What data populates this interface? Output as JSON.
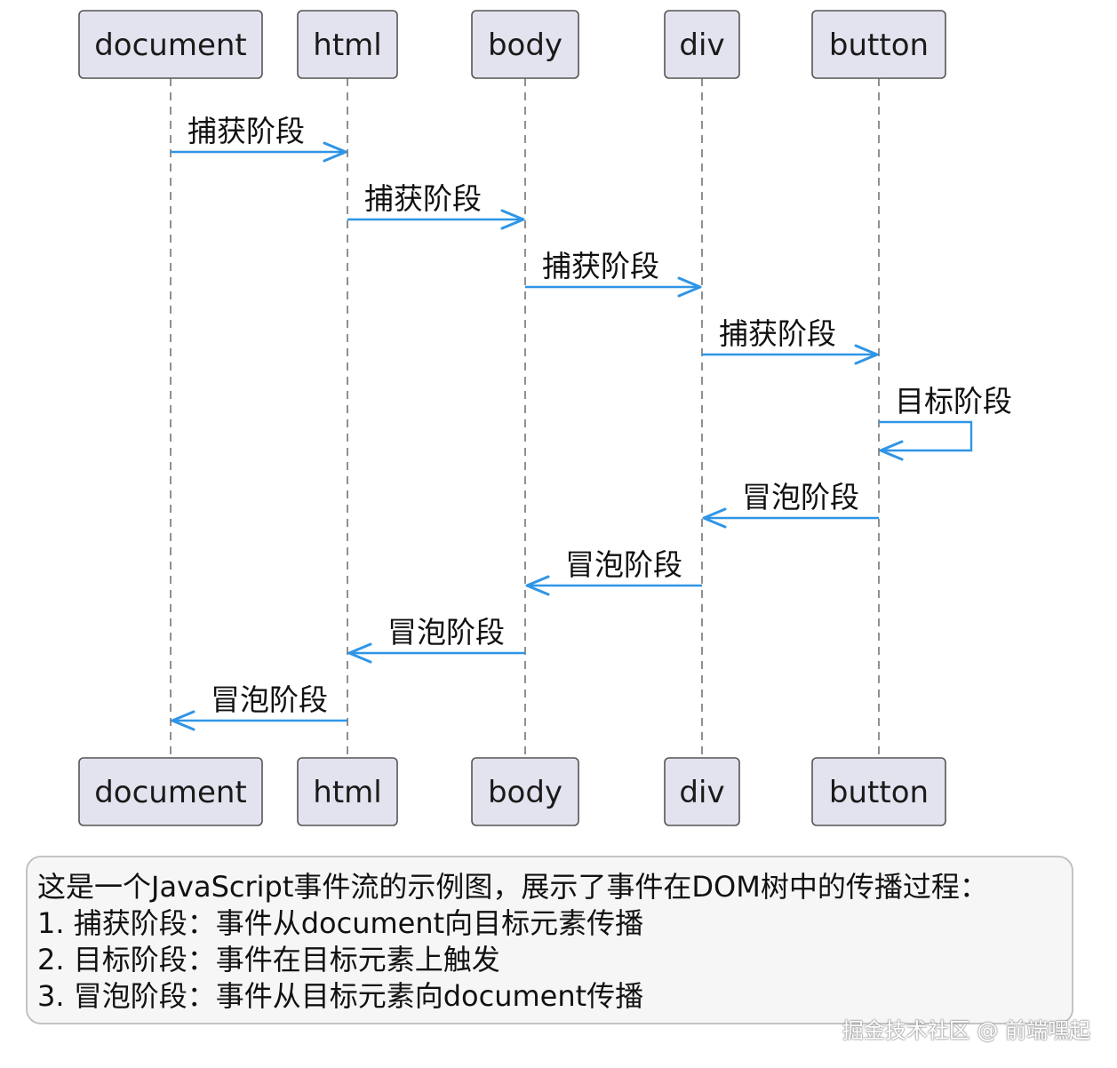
{
  "actors": [
    {
      "id": "document",
      "label": "document"
    },
    {
      "id": "html",
      "label": "html"
    },
    {
      "id": "body",
      "label": "body"
    },
    {
      "id": "div",
      "label": "div"
    },
    {
      "id": "button",
      "label": "button"
    }
  ],
  "messages": [
    {
      "from": "document",
      "to": "html",
      "label": "捕获阶段"
    },
    {
      "from": "html",
      "to": "body",
      "label": "捕获阶段"
    },
    {
      "from": "body",
      "to": "div",
      "label": "捕获阶段"
    },
    {
      "from": "div",
      "to": "button",
      "label": "捕获阶段"
    },
    {
      "from": "button",
      "to": "button",
      "label": "目标阶段"
    },
    {
      "from": "button",
      "to": "div",
      "label": "冒泡阶段"
    },
    {
      "from": "div",
      "to": "body",
      "label": "冒泡阶段"
    },
    {
      "from": "body",
      "to": "html",
      "label": "冒泡阶段"
    },
    {
      "from": "html",
      "to": "document",
      "label": "冒泡阶段"
    }
  ],
  "note": {
    "lines": [
      "这是一个JavaScript事件流的示例图，展示了事件在DOM树中的传播过程：",
      "1. 捕获阶段：事件从document向目标元素传播",
      "2. 目标阶段：事件在目标元素上触发",
      "3. 冒泡阶段：事件从目标元素向document传播"
    ]
  },
  "watermark": "掘金技术社区 @ 前端嘿起",
  "colors": {
    "arrow": "#2f95e6",
    "actor_fill": "#e3e3ef",
    "actor_border": "#555555",
    "note_fill": "#f6f6f6",
    "note_border": "#bdbdbd"
  }
}
